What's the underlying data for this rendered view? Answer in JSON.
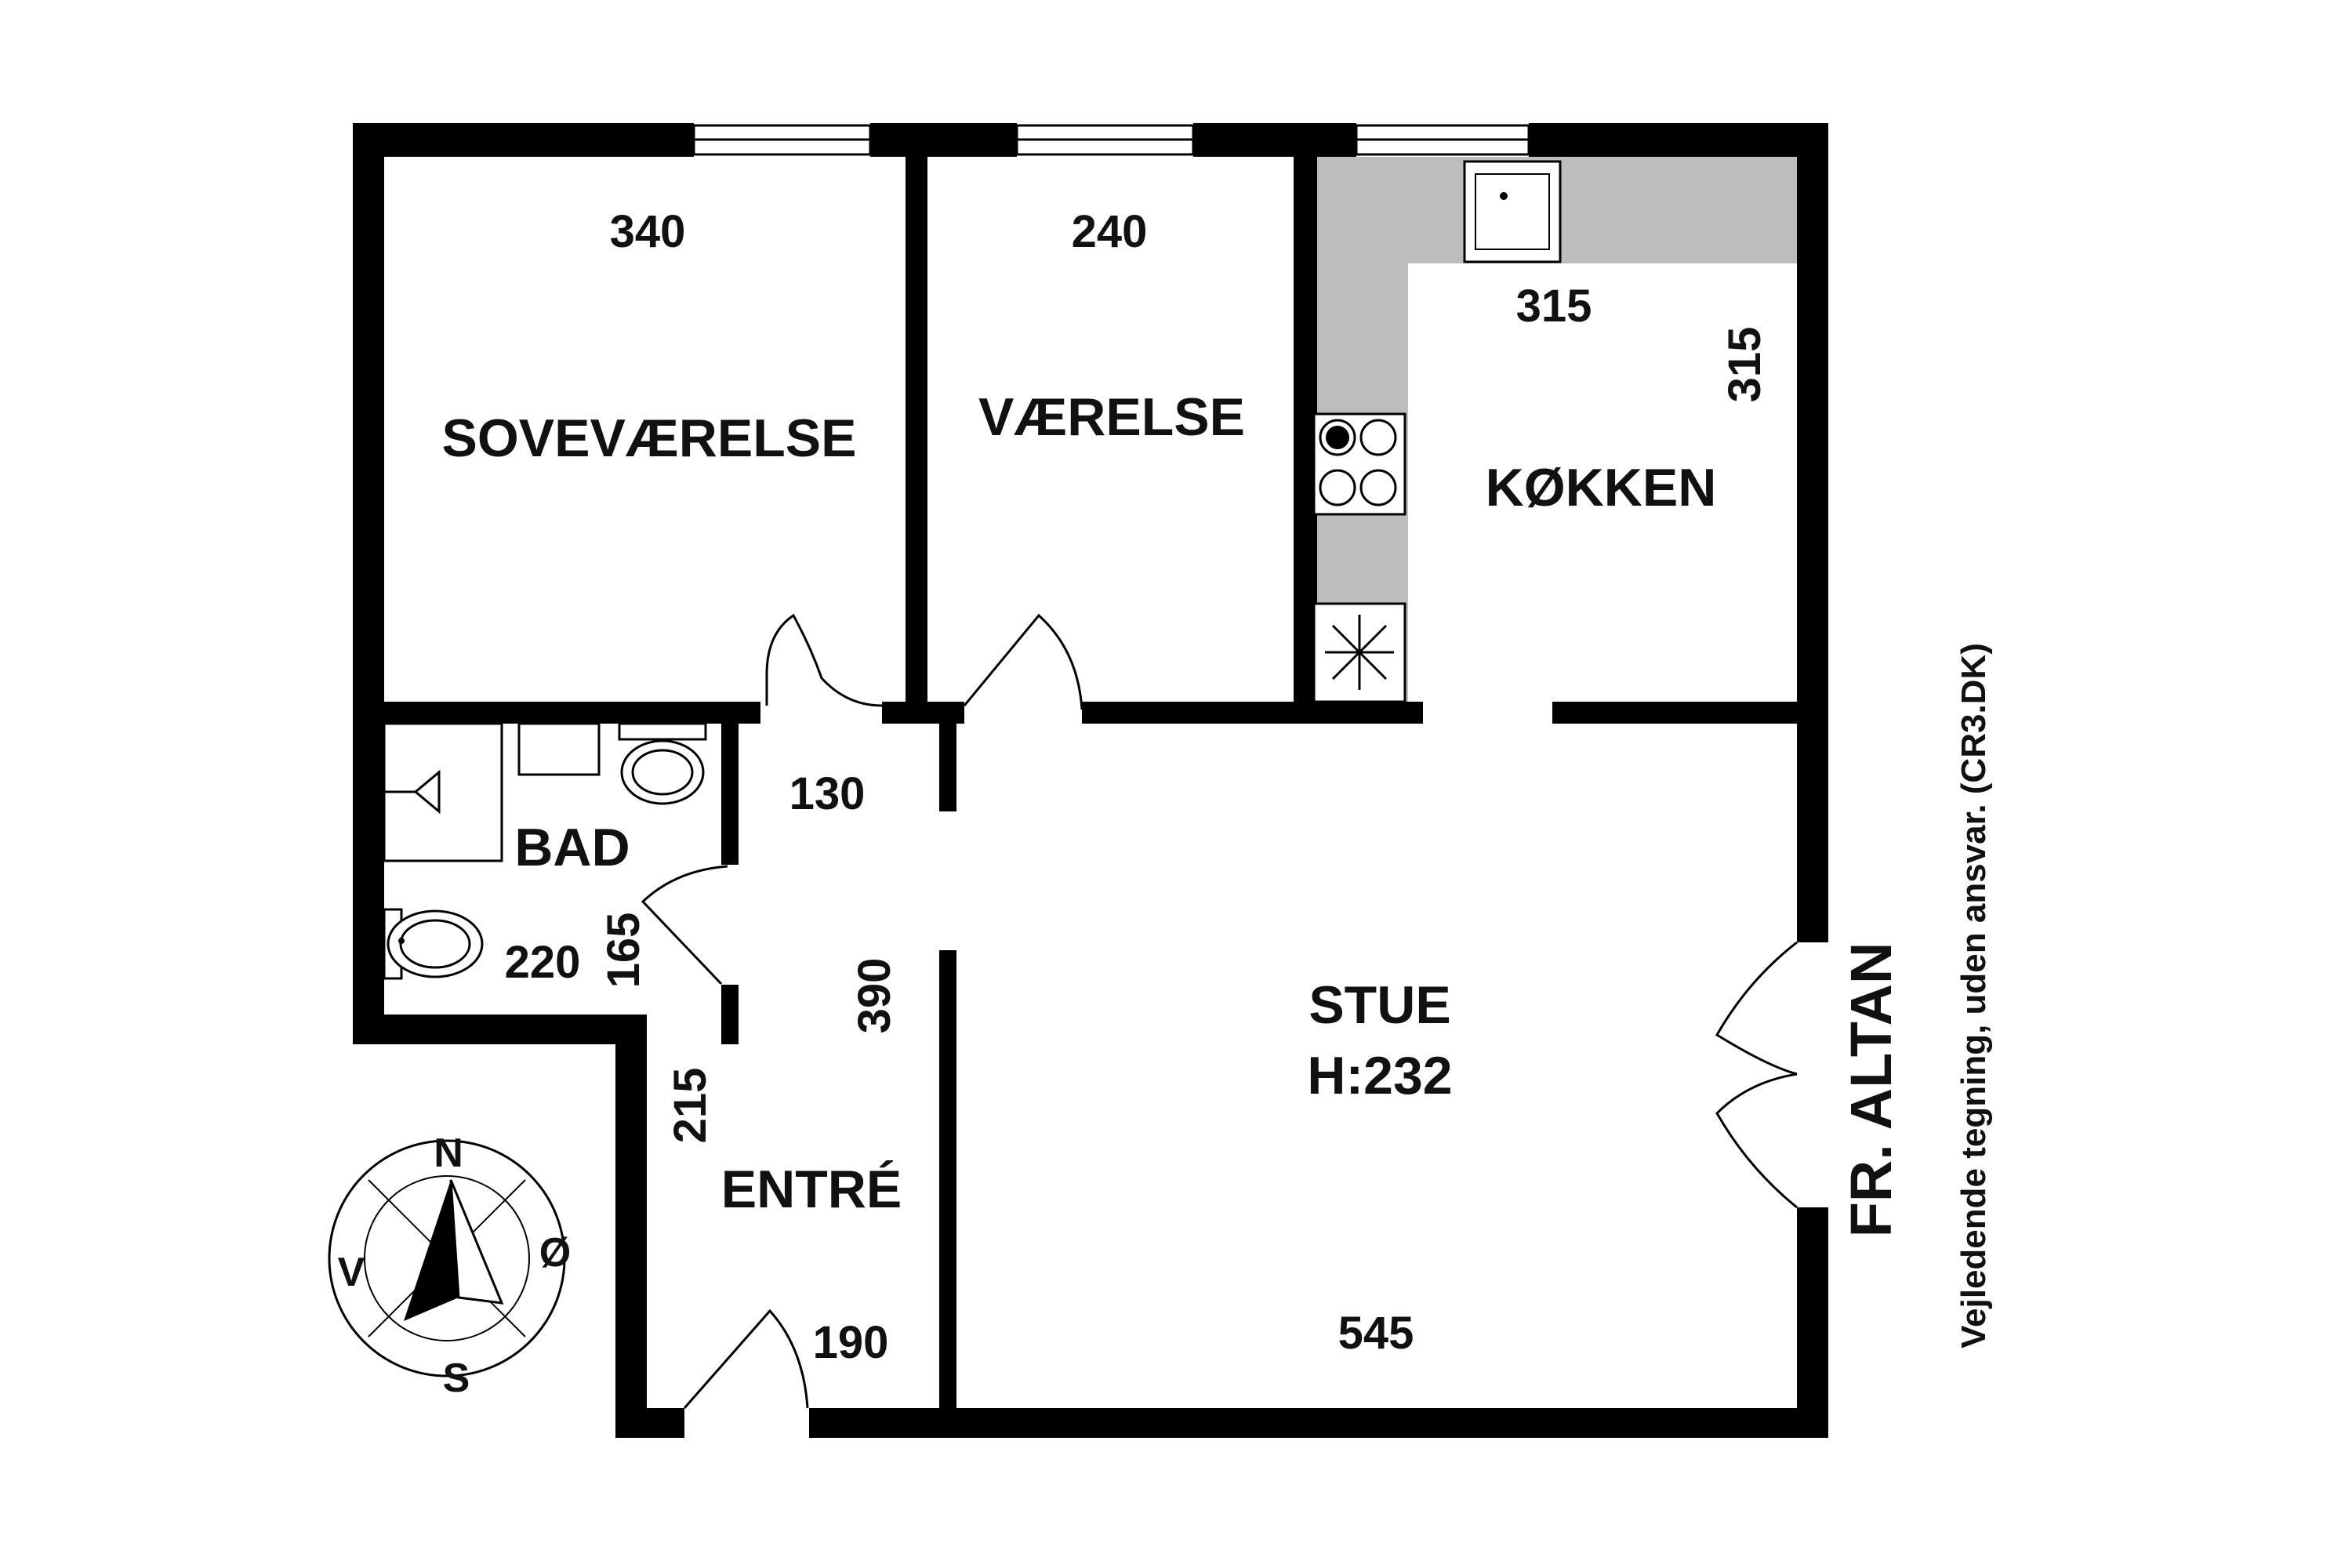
{
  "rooms": {
    "bedroom": "SOVEVÆRELSE",
    "room": "VÆRELSE",
    "kitchen": "KØKKEN",
    "bath": "BAD",
    "living": "STUE",
    "living_height": "H:232",
    "entry": "ENTRÉ"
  },
  "dimensions": {
    "bedroom_width": "340",
    "room_width": "240",
    "kitchen_width": "315",
    "kitchen_depth": "315",
    "hall_depth": "130",
    "bath_width": "220",
    "bath_depth": "165",
    "hall_length": "390",
    "entry_depth": "215",
    "entry_width": "190",
    "living_width": "545"
  },
  "annotations": {
    "balcony": "FR. ALTAN",
    "disclaimer": "Vejledende tegning, uden ansvar. (CR3.DK)"
  },
  "compass": {
    "north": "N",
    "south": "S",
    "east": "Ø",
    "west": "V"
  },
  "colors": {
    "wall": "#000000",
    "counter": "#bdbdbd",
    "background": "#ffffff"
  },
  "icons": [
    "sink-icon",
    "stove-icon",
    "fridge-icon",
    "toilet-icon",
    "shower-icon",
    "compass-icon"
  ]
}
